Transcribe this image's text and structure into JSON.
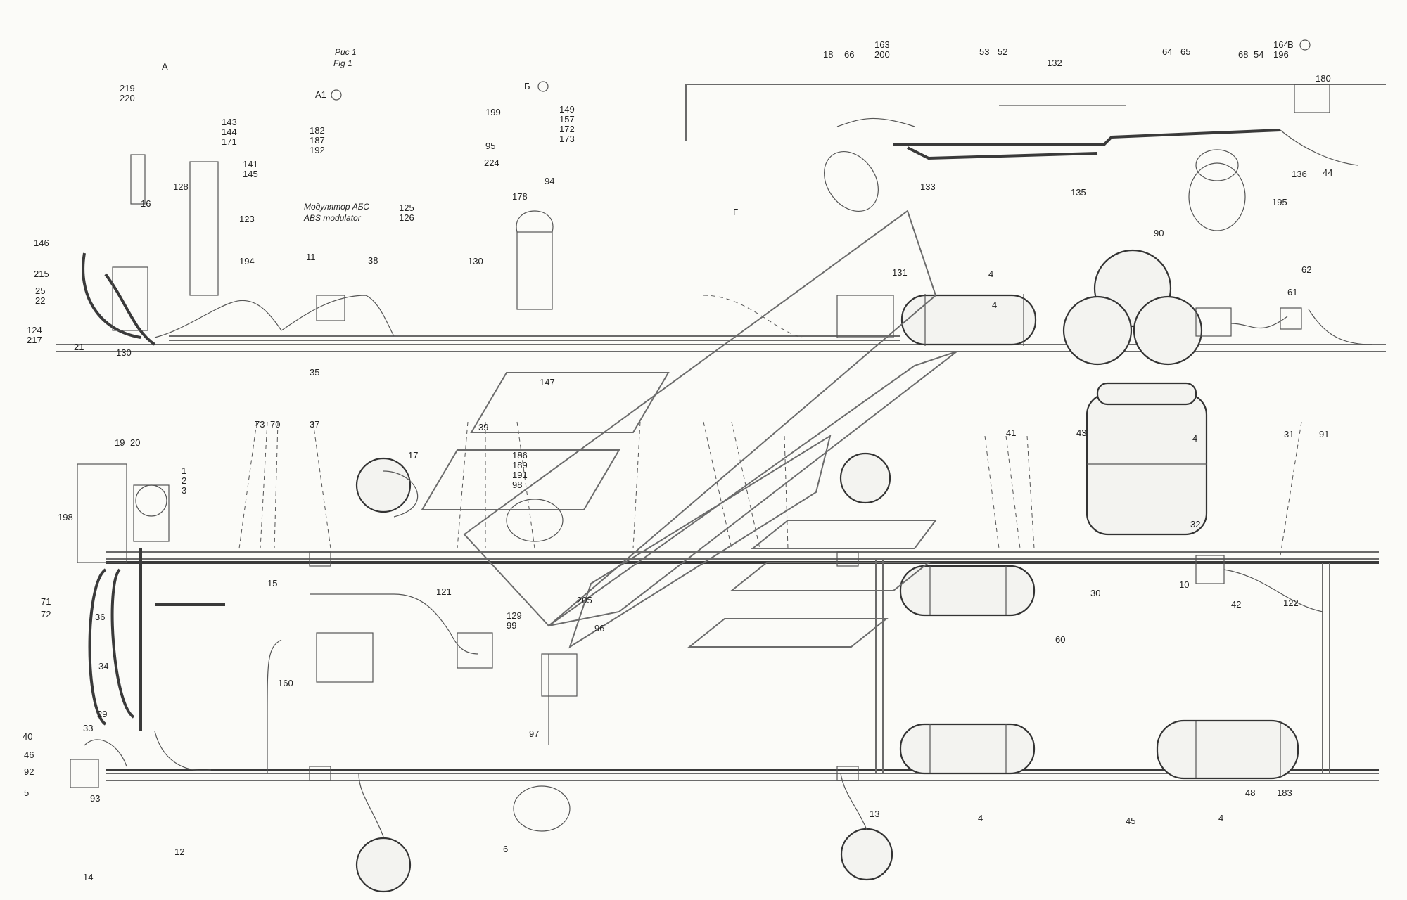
{
  "figure": {
    "caption_ru": "Рис 1",
    "caption_en": "Fig 1",
    "view_labels": [
      "A",
      "A1",
      "Б",
      "B",
      "Г"
    ]
  },
  "modulator": {
    "label_ru": "Модулятор АБС",
    "label_en": "ABS modulator"
  },
  "callouts": [
    "219",
    "220",
    "143",
    "144",
    "171",
    "182",
    "187",
    "192",
    "199",
    "95",
    "224",
    "94",
    "149",
    "157",
    "172",
    "173",
    "141",
    "145",
    "123",
    "194",
    "128",
    "16",
    "146",
    "215",
    "25",
    "22",
    "124",
    "217",
    "21",
    "130",
    "11",
    "38",
    "125",
    "126",
    "147",
    "35",
    "178",
    "130",
    "73",
    "70",
    "37",
    "39",
    "18",
    "66",
    "163",
    "200",
    "53",
    "52",
    "132",
    "64",
    "65",
    "68",
    "54",
    "164",
    "196",
    "180",
    "133",
    "135",
    "195",
    "136",
    "44",
    "131",
    "4",
    "90",
    "61",
    "62",
    "41",
    "43",
    "31",
    "91",
    "19",
    "20",
    "1",
    "2",
    "3",
    "198",
    "71",
    "72",
    "36",
    "15",
    "34",
    "29",
    "40",
    "33",
    "46",
    "92",
    "5",
    "93",
    "14",
    "17",
    "121",
    "129",
    "99",
    "205",
    "96",
    "160",
    "186",
    "189",
    "191",
    "98",
    "97",
    "6",
    "10",
    "122",
    "42",
    "30",
    "60",
    "32",
    "45",
    "48",
    "183",
    "12",
    "13"
  ]
}
